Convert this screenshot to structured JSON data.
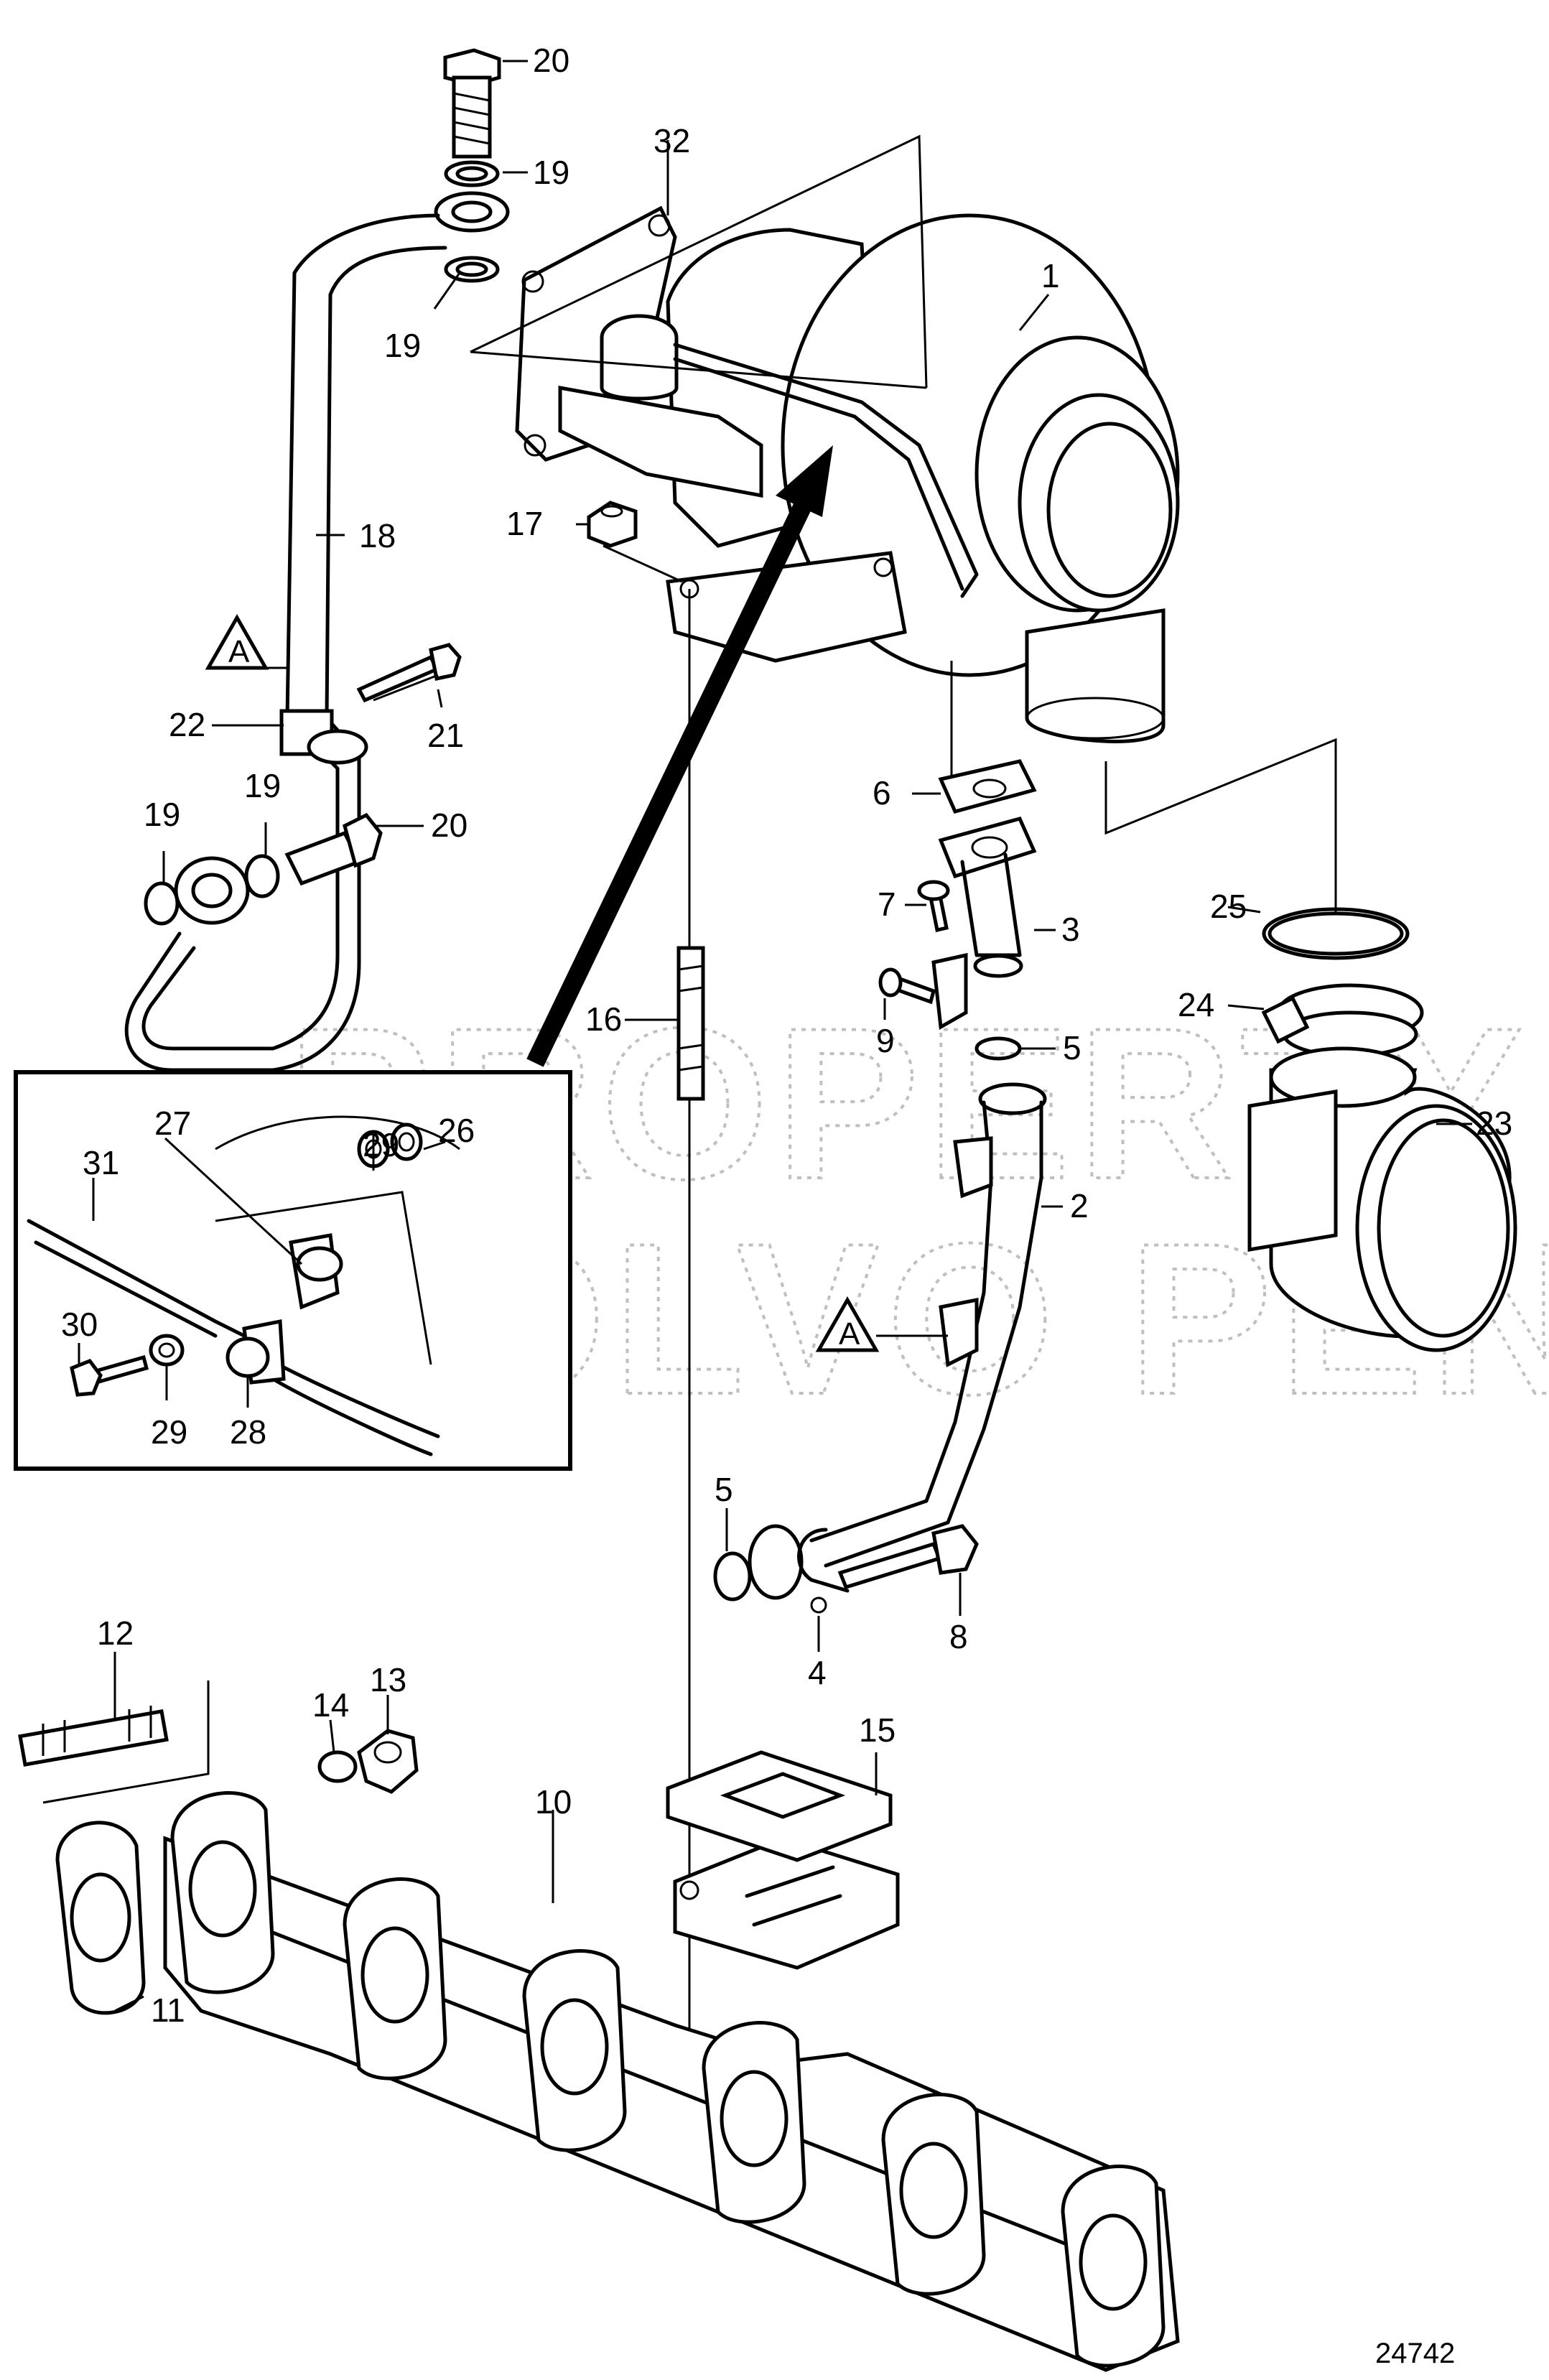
{
  "diagram_number": "24742",
  "watermark": {
    "line1": "PROPERTY OF",
    "line2": "VOLVO PENTA"
  },
  "reference_marker": "A",
  "callouts": [
    {
      "id": "c1",
      "label": "1"
    },
    {
      "id": "c2",
      "label": "2"
    },
    {
      "id": "c3",
      "label": "3"
    },
    {
      "id": "c4",
      "label": "4"
    },
    {
      "id": "c5a",
      "label": "5"
    },
    {
      "id": "c5b",
      "label": "5"
    },
    {
      "id": "c6",
      "label": "6"
    },
    {
      "id": "c7",
      "label": "7"
    },
    {
      "id": "c8",
      "label": "8"
    },
    {
      "id": "c9",
      "label": "9"
    },
    {
      "id": "c10",
      "label": "10"
    },
    {
      "id": "c11",
      "label": "11"
    },
    {
      "id": "c12",
      "label": "12"
    },
    {
      "id": "c13",
      "label": "13"
    },
    {
      "id": "c14",
      "label": "14"
    },
    {
      "id": "c15",
      "label": "15"
    },
    {
      "id": "c16",
      "label": "16"
    },
    {
      "id": "c17",
      "label": "17"
    },
    {
      "id": "c18",
      "label": "18"
    },
    {
      "id": "c19a",
      "label": "19"
    },
    {
      "id": "c19b",
      "label": "19"
    },
    {
      "id": "c19c",
      "label": "19"
    },
    {
      "id": "c19d",
      "label": "19"
    },
    {
      "id": "c20a",
      "label": "20"
    },
    {
      "id": "c20b",
      "label": "20"
    },
    {
      "id": "c21",
      "label": "21"
    },
    {
      "id": "c22",
      "label": "22"
    },
    {
      "id": "c23",
      "label": "23"
    },
    {
      "id": "c24",
      "label": "24"
    },
    {
      "id": "c25",
      "label": "25"
    },
    {
      "id": "c26",
      "label": "26"
    },
    {
      "id": "c27",
      "label": "27"
    },
    {
      "id": "c28",
      "label": "28"
    },
    {
      "id": "c29a",
      "label": "29"
    },
    {
      "id": "c29b",
      "label": "29"
    },
    {
      "id": "c30",
      "label": "30"
    },
    {
      "id": "c31",
      "label": "31"
    },
    {
      "id": "c32",
      "label": "32"
    }
  ]
}
